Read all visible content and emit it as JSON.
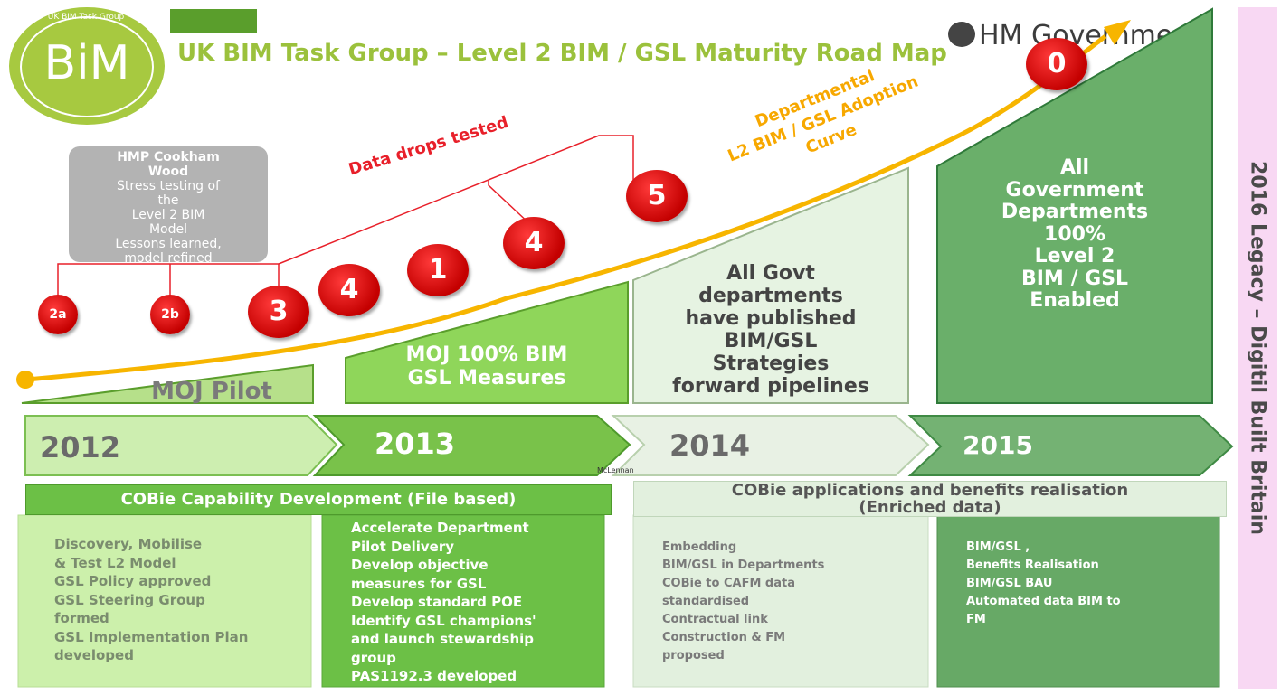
{
  "header": {
    "title": "UK BIM Task Group – Level 2 BIM / GSL Maturity Road Map",
    "gov_logo_text": "HM Government",
    "bim_logo_text": "BiM",
    "bim_logo_arc": "UK BIM Task Group"
  },
  "side_banner": "2016 Legacy – Digitil Built Britain",
  "pilot_box": {
    "title_line1": "HMP Cookham",
    "title_line2": "Wood",
    "lines": [
      "Stress testing of",
      "the",
      "Level 2 BIM",
      "Model",
      "Lessons learned,",
      "model refined"
    ]
  },
  "annotations": {
    "data_drops": "Data drops tested",
    "adoption_curve": [
      "Departmental",
      "L2 BIM / GSL Adoption",
      "Curve"
    ]
  },
  "balls": [
    {
      "id": "2a",
      "label": "2a"
    },
    {
      "id": "2b",
      "label": "2b"
    },
    {
      "id": "3",
      "label": "3"
    },
    {
      "id": "4a",
      "label": "4"
    },
    {
      "id": "1",
      "label": "1"
    },
    {
      "id": "4b",
      "label": "4"
    },
    {
      "id": "5",
      "label": "5"
    },
    {
      "id": "0",
      "label": "0"
    }
  ],
  "steps": {
    "moj_pilot": "MOJ Pilot",
    "moj_100": [
      "MOJ 100% BIM",
      "GSL Measures"
    ],
    "all_govt": [
      "All Govt",
      "departments",
      "have published",
      "BIM/GSL",
      "Strategies",
      "forward pipelines"
    ],
    "all_gov_dept": [
      "All",
      "Government",
      "Departments",
      "100%",
      "Level 2",
      "BIM / GSL",
      "Enabled"
    ]
  },
  "years": [
    "2012",
    "2013",
    "2014",
    "2015"
  ],
  "tiny_label": "McLennan",
  "phase_bars": {
    "left": "COBie Capability Development (File based)",
    "right_line1": "COBie applications and benefits realisation",
    "right_line2": "(Enriched data)"
  },
  "columns": [
    {
      "lines": [
        "Discovery, Mobilise",
        "& Test L2 Model",
        "GSL Policy  approved",
        "GSL Steering Group",
        "formed",
        "GSL Implementation Plan",
        "developed"
      ]
    },
    {
      "lines": [
        "Accelerate Department",
        "Pilot Delivery",
        "Develop objective",
        "measures for GSL",
        "Develop standard POE",
        "Identify GSL champions'",
        "and launch stewardship",
        "group",
        "PAS1192.3 developed"
      ]
    },
    {
      "lines": [
        "Embedding",
        "BIM/GSL in Departments",
        "COBie to CAFM data",
        "standardised",
        "Contractual link",
        "Construction  & FM",
        "proposed"
      ]
    },
    {
      "lines": [
        "BIM/GSL ,",
        "Benefits Realisation",
        "BIM/GSL BAU",
        "Automated data BIM to",
        "FM"
      ]
    }
  ],
  "colors": {
    "title_green": "#9bc13c",
    "logo_green": "#a7c940",
    "ball_red": "#d40000",
    "curve_orange": "#f7b500",
    "legacy_pink": "#f8d8f3"
  }
}
